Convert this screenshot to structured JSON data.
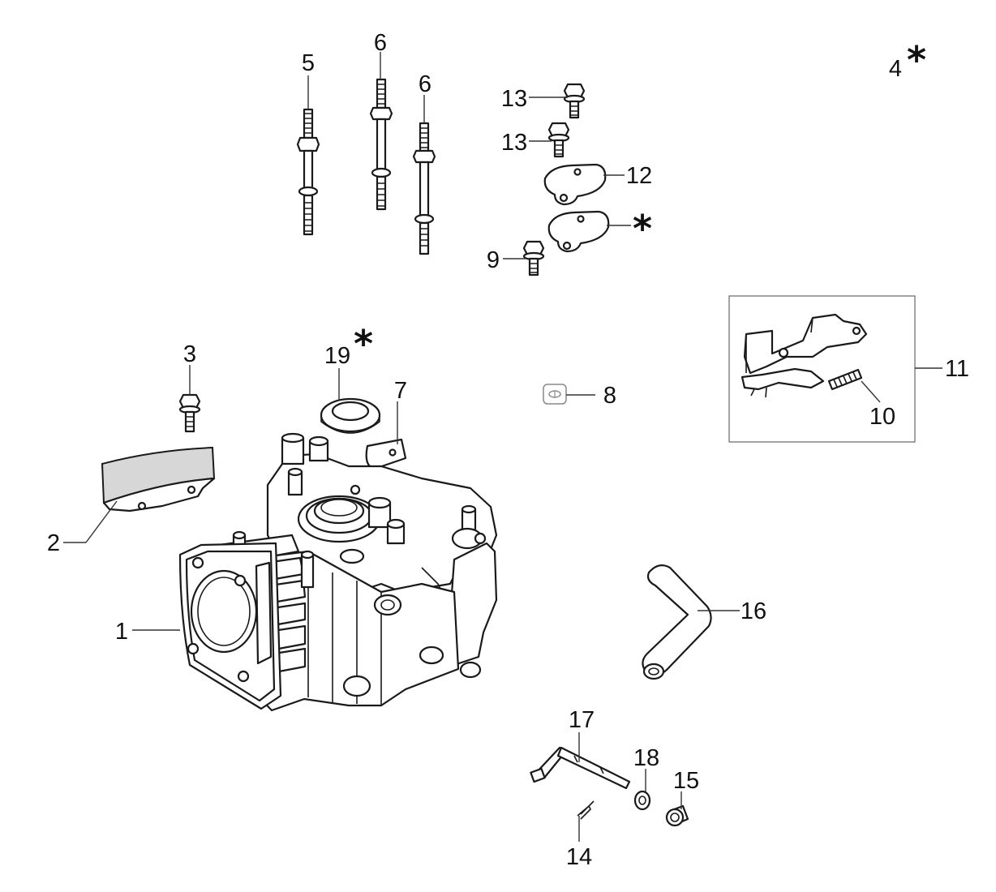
{
  "diagram": {
    "callouts": {
      "c1": "1",
      "c2": "2",
      "c3": "3",
      "c4": "4",
      "c5": "5",
      "c6a": "6",
      "c6b": "6",
      "c7": "7",
      "c8": "8",
      "c9": "9",
      "c10": "10",
      "c11": "11",
      "c12": "12",
      "c13a": "13",
      "c13b": "13",
      "c14": "14",
      "c15": "15",
      "c16": "16",
      "c17": "17",
      "c18": "18",
      "c19": "19"
    },
    "asterisk": "*"
  }
}
